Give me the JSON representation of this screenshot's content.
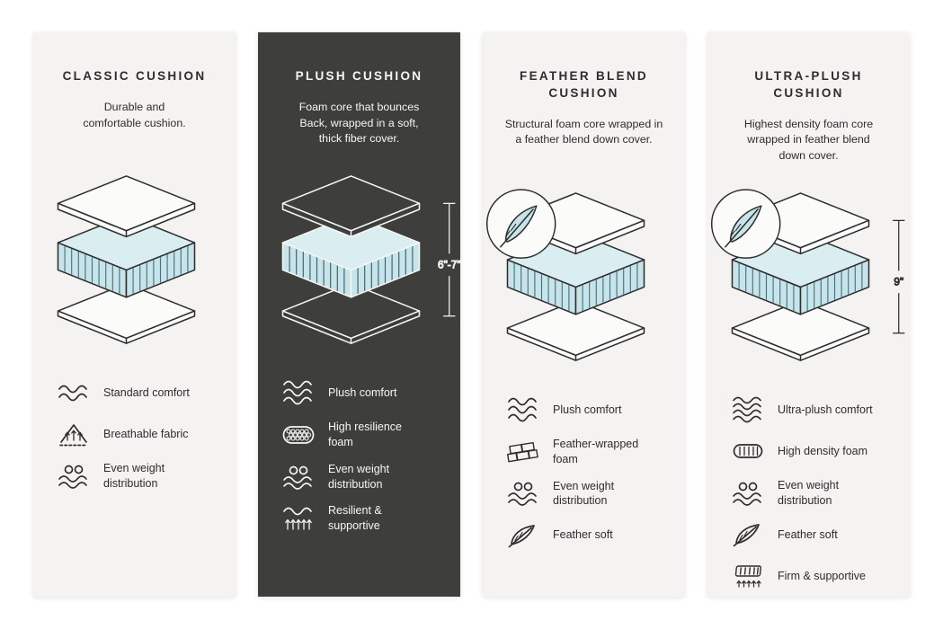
{
  "colors": {
    "background": "#ffffff",
    "card_light": "#f4f3f1",
    "card_dark": "#3e3e3c",
    "text_dark": "#2d2d2d",
    "text_light": "#f6f6f4",
    "cushion_blue": "#c6e4ea"
  },
  "cards": [
    {
      "title": "CLASSIC CUSHION",
      "description": "Durable and\ncomfortable cushion.",
      "diagram": {
        "has_feather": false,
        "height_label": ""
      },
      "features": [
        {
          "icon": "wave-comfort-icon",
          "label": "Standard comfort"
        },
        {
          "icon": "breathable-fabric-icon",
          "label": "Breathable fabric"
        },
        {
          "icon": "even-weight-icon",
          "label": "Even weight\ndistribution"
        }
      ]
    },
    {
      "title": "PLUSH CUSHION",
      "description": "Foam core that bounces\nBack, wrapped in a soft,\nthick fiber cover.",
      "diagram": {
        "has_feather": false,
        "height_label": "6\"-7\""
      },
      "features": [
        {
          "icon": "wave-comfort-icon",
          "label": "Plush comfort"
        },
        {
          "icon": "resilience-foam-icon",
          "label": "High resilience\nfoam"
        },
        {
          "icon": "even-weight-icon",
          "label": "Even weight\ndistribution"
        },
        {
          "icon": "resilient-supportive-icon",
          "label": "Resilient &\nsupportive"
        }
      ]
    },
    {
      "title": "FEATHER BLEND\nCUSHION",
      "description": "Structural foam core wrapped in\na feather blend down cover.",
      "diagram": {
        "has_feather": true,
        "height_label": ""
      },
      "features": [
        {
          "icon": "wave-comfort-icon",
          "label": "Plush comfort"
        },
        {
          "icon": "feather-wrapped-foam-icon",
          "label": "Feather-wrapped\nfoam"
        },
        {
          "icon": "even-weight-icon",
          "label": "Even weight\ndistribution"
        },
        {
          "icon": "feather-soft-icon",
          "label": "Feather soft"
        }
      ]
    },
    {
      "title": "ULTRA-PLUSH\nCUSHION",
      "description": "Highest density foam core\nwrapped in feather blend\ndown cover.",
      "diagram": {
        "has_feather": true,
        "height_label": "9\""
      },
      "features": [
        {
          "icon": "wave-comfort-icon",
          "label": "Ultra-plush comfort"
        },
        {
          "icon": "high-density-foam-icon",
          "label": "High density foam"
        },
        {
          "icon": "even-weight-icon",
          "label": "Even weight\ndistribution"
        },
        {
          "icon": "feather-soft-icon",
          "label": "Feather soft"
        },
        {
          "icon": "firm-supportive-icon",
          "label": "Firm & supportive"
        }
      ]
    }
  ]
}
